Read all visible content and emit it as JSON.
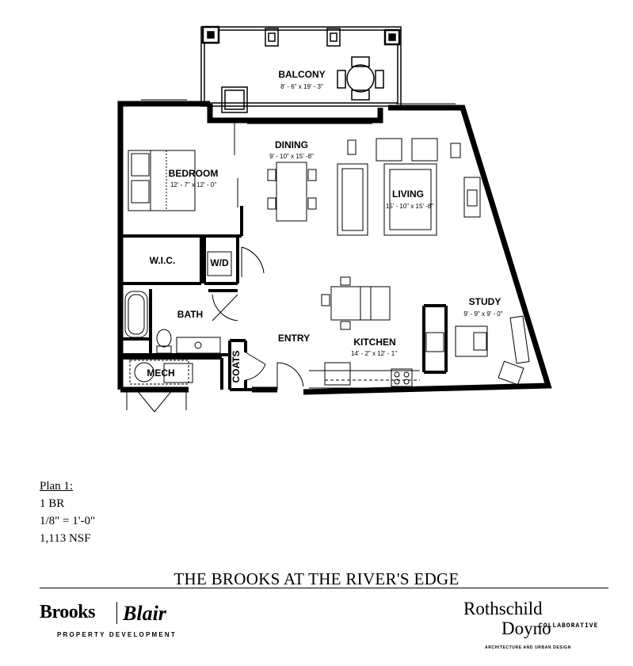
{
  "rooms": {
    "balcony": {
      "name": "BALCONY",
      "dims": "8' - 6\" x 19' - 3\""
    },
    "dining": {
      "name": "DINING",
      "dims": "9' - 10\" x 15' -8\""
    },
    "bedroom": {
      "name": "BEDROOM",
      "dims": "12' - 7\" x 12' - 0\""
    },
    "living": {
      "name": "LIVING",
      "dims": "15' - 10\" x 15' -8\""
    },
    "wic": {
      "name": "W.I.C."
    },
    "wd": {
      "name": "W/D"
    },
    "bath": {
      "name": "BATH"
    },
    "study": {
      "name": "STUDY",
      "dims": "9' - 9\" x 9' - 0\""
    },
    "entry": {
      "name": "ENTRY"
    },
    "kitchen": {
      "name": "KITCHEN",
      "dims": "14' - 2\" x 12' - 1\""
    },
    "mech": {
      "name": "MECH"
    },
    "coats": {
      "name": "COATS"
    }
  },
  "plan_info": {
    "title": "Plan 1:",
    "unit_type": "1 BR",
    "scale": "1/8\" = 1'-0\"",
    "area": "1,113 NSF"
  },
  "project_title": "THE BROOKS AT THE RIVER'S EDGE",
  "logos": {
    "brooks": "Brooks",
    "blair": "Blair",
    "brooks_blair_sub": "PROPERTY DEVELOPMENT",
    "rd_line1": "Rothschild",
    "rd_line2": "Doyno",
    "rd_collab": "COLLABORATIVE",
    "rd_sub": "ARCHITECTURE AND URBAN DESIGN"
  }
}
